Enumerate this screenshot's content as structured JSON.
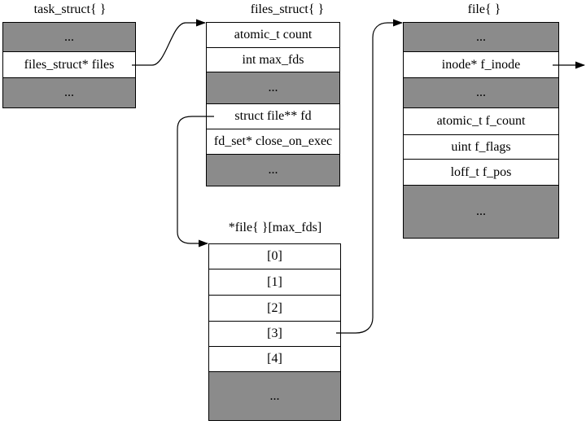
{
  "diagram": {
    "colors": {
      "background": "#ffffff",
      "gray_fill": "#8b8b8b",
      "white_fill": "#ffffff",
      "border": "#000000",
      "arrow": "#000000",
      "text": "#000000"
    },
    "structs": {
      "task_struct": {
        "title": "task_struct{ }",
        "rows": [
          "...",
          "files_struct* files",
          "..."
        ]
      },
      "files_struct": {
        "title": "files_struct{ }",
        "rows": [
          "atomic_t count",
          "int max_fds",
          "...",
          "struct file** fd",
          "fd_set* close_on_exec",
          "..."
        ]
      },
      "file": {
        "title": "file{ }",
        "rows": [
          "...",
          "inode* f_inode",
          "...",
          "atomic_t f_count",
          "uint f_flags",
          "loff_t f_pos",
          "..."
        ]
      },
      "fd_array": {
        "title": "*file{ }[max_fds]",
        "rows": [
          "[0]",
          "[1]",
          "[2]",
          "[3]",
          "[4]",
          "..."
        ]
      }
    },
    "arrows": [
      {
        "name": "files-pointer",
        "from": "task_struct.files_struct* files",
        "to": "files_struct"
      },
      {
        "name": "fd-pointer",
        "from": "files_struct.struct file** fd",
        "to": "fd_array"
      },
      {
        "name": "slot3-pointer",
        "from": "fd_array.[3]",
        "to": "file"
      },
      {
        "name": "f_inode-pointer",
        "from": "file.inode* f_inode",
        "to": "offscreen-right"
      }
    ]
  }
}
